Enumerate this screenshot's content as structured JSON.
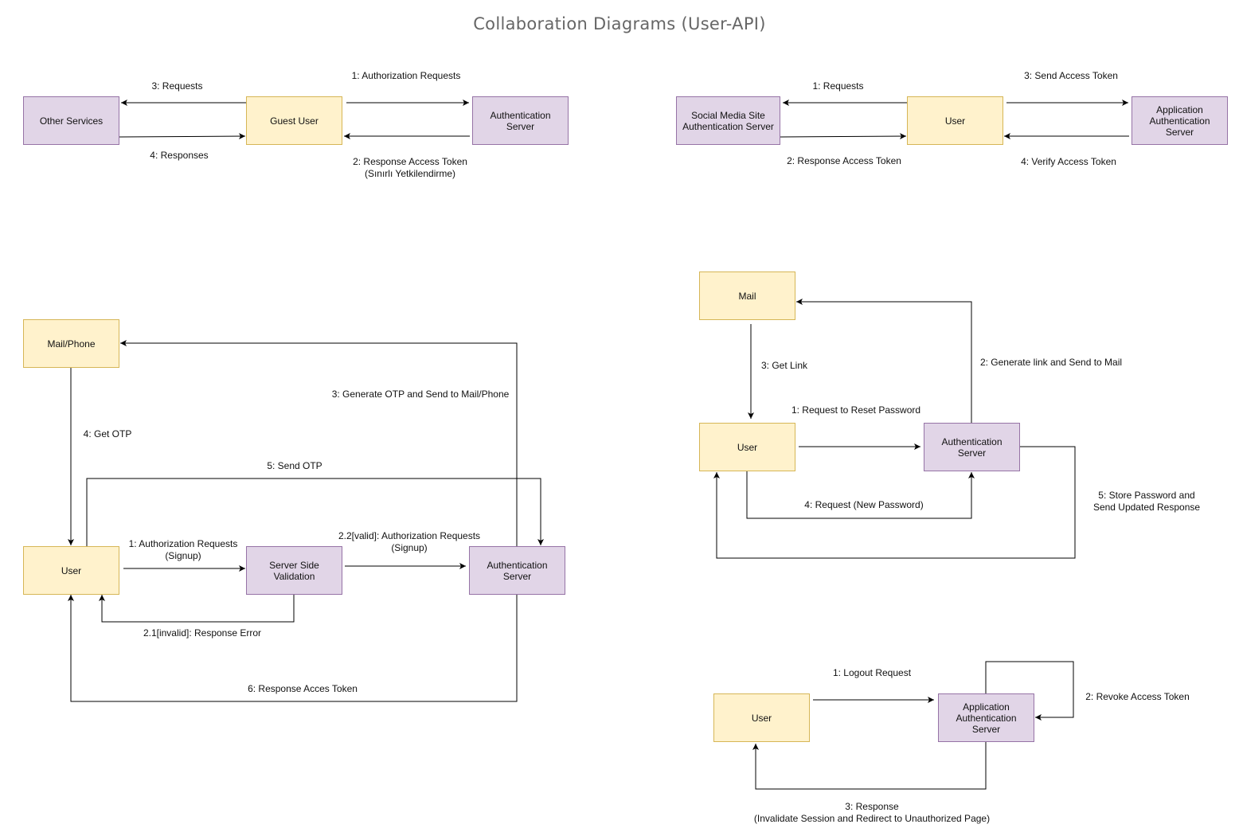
{
  "title": "Collaboration Diagrams (User-API)",
  "diagram1": {
    "nodes": {
      "other_services": "Other Services",
      "guest_user": "Guest User",
      "auth_server": "Authentication\nServer"
    },
    "edges": {
      "requests": "3: Requests",
      "responses": "4: Responses",
      "authorization_requests": "1: Authorization Requests",
      "response_access_token": "2: Response Access Token\n(Sınırlı Yetkilendirme)"
    }
  },
  "diagram2": {
    "nodes": {
      "social_media": "Social Media Site\nAuthentication Server",
      "user": "User",
      "app_auth_server": "Application\nAuthentication\nServer"
    },
    "edges": {
      "requests": "1: Requests",
      "response_access_token": "2: Response Access Token",
      "send_access_token": "3: Send Access Token",
      "verify_access_token": "4: Verify Access Token"
    }
  },
  "diagram3": {
    "nodes": {
      "mail_phone": "Mail/Phone",
      "user": "User",
      "server_side_validation": "Server Side\nValidation",
      "auth_server": "Authentication\nServer"
    },
    "edges": {
      "generate_otp": "3: Generate OTP and Send to Mail/Phone",
      "get_otp": "4: Get OTP",
      "send_otp": "5: Send OTP",
      "authorization_requests": "1: Authorization Requests\n(Signup)",
      "valid_requests": "2.2[valid]: Authorization Requests\n(Signup)",
      "invalid_response": "2.1[invalid]: Response Error",
      "response_token": "6: Response Acces Token"
    }
  },
  "diagram4": {
    "nodes": {
      "mail": "Mail",
      "user": "User",
      "auth_server": "Authentication\nServer"
    },
    "edges": {
      "get_link": "3: Get Link",
      "generate_link": "2: Generate link and Send to Mail",
      "reset_request": "1: Request to Reset Password",
      "new_password": "4: Request (New Password)",
      "store_password": "5: Store Password and\nSend Updated Response"
    }
  },
  "diagram5": {
    "nodes": {
      "user": "User",
      "app_auth_server": "Application\nAuthentication\nServer"
    },
    "edges": {
      "logout": "1: Logout Request",
      "revoke": "2: Revoke Access Token",
      "response": "3: Response\n(Invalidate Session and Redirect to Unauthorized Page)"
    }
  },
  "colors": {
    "actor_fill": "#fff2cc",
    "actor_border": "#d6b656",
    "server_fill": "#e1d5e7",
    "server_border": "#9673a6",
    "title_color": "#666666"
  }
}
